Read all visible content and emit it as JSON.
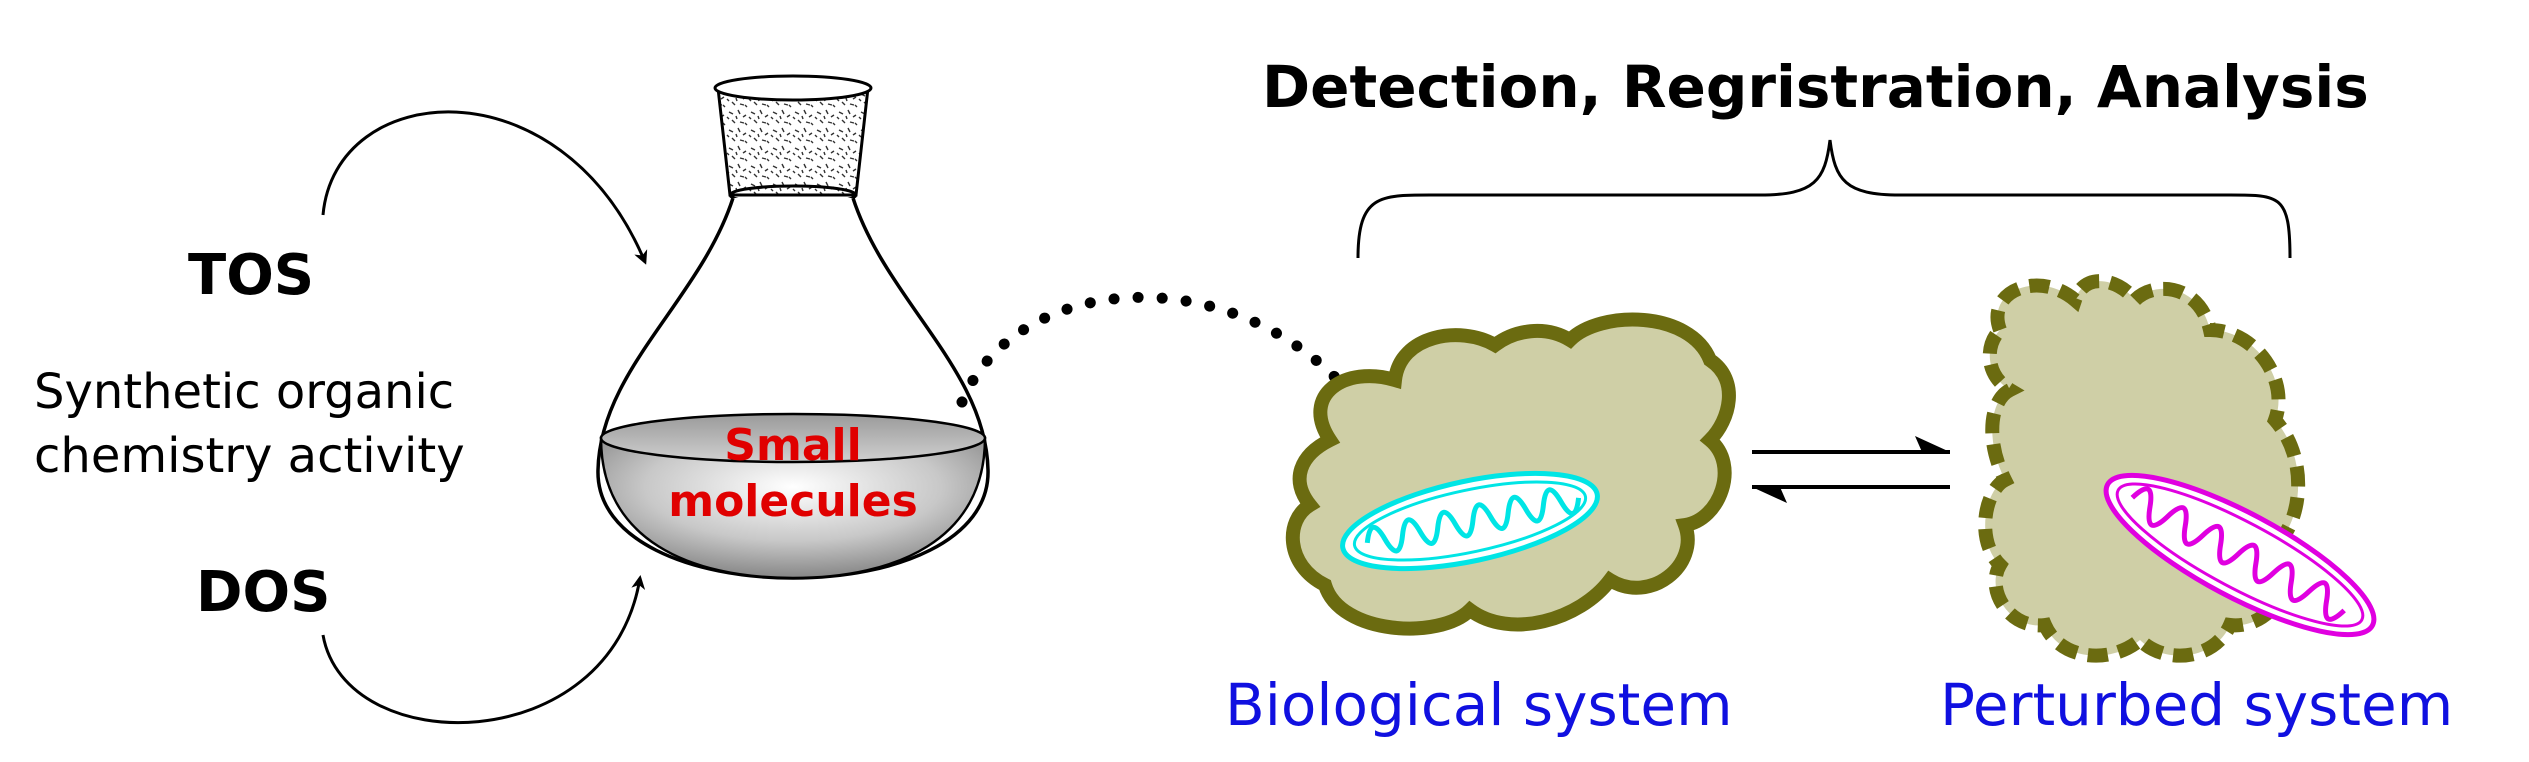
{
  "title": "Detection, Regristration, Analysis",
  "left": {
    "tos": "TOS",
    "description_line1": "Synthetic organic",
    "description_line2": "chemistry activity",
    "dos": "DOS"
  },
  "flask": {
    "label_line1": "Small",
    "label_line2": "molecules"
  },
  "systems": {
    "biological": "Biological system",
    "perturbed": "Perturbed system"
  },
  "colors": {
    "cell_fill": "#cfcfa6",
    "cell_outline": "#6b6b10",
    "mito_normal": "#00e5e5",
    "mito_perturbed": "#e000e0",
    "label_blue": "#1010e0",
    "label_red": "#e00000"
  }
}
